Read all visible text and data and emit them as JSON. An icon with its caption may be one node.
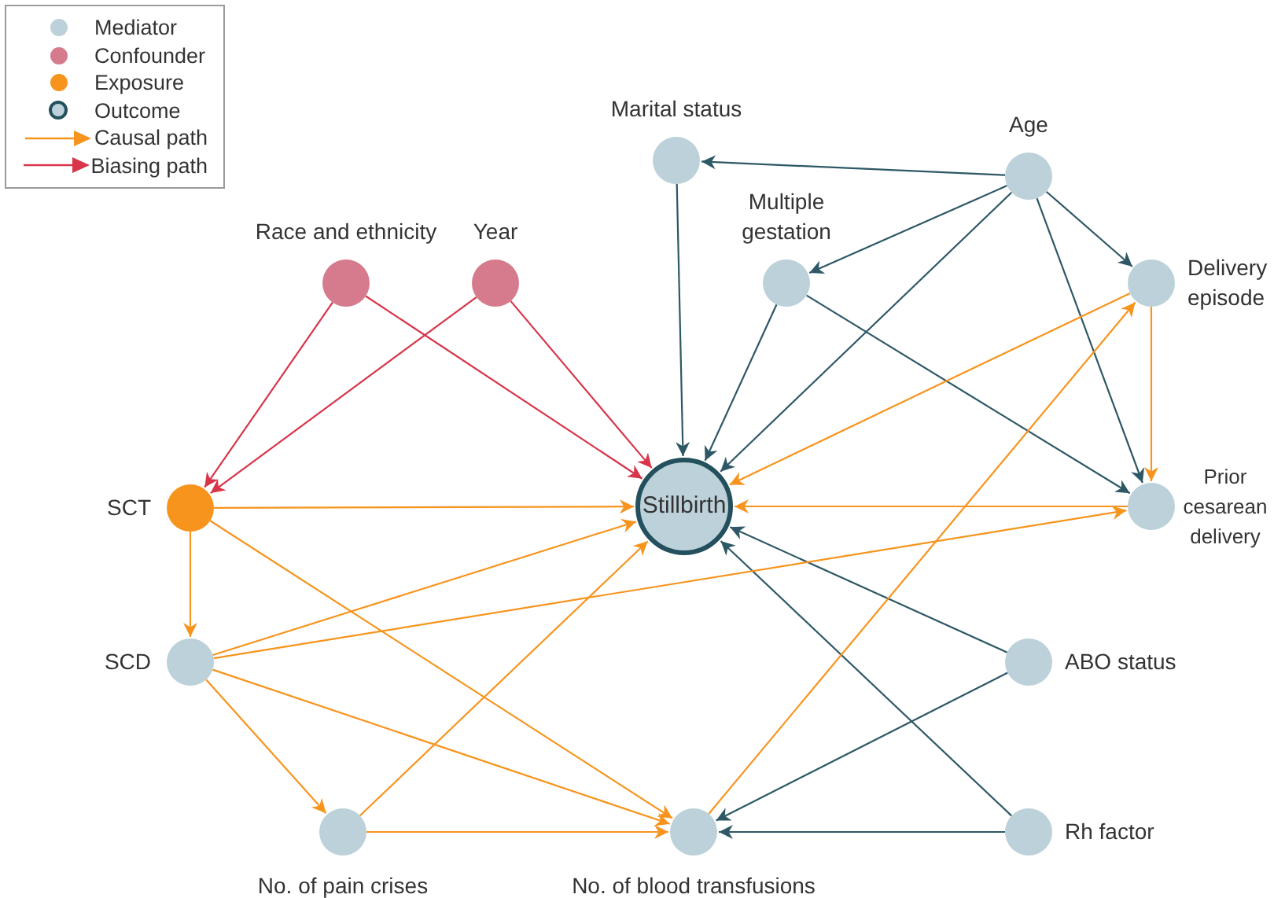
{
  "diagram": {
    "nodes": [
      {
        "text": [
          "Race and ethnicity"
        ]
      },
      {
        "text": [
          "Year"
        ]
      },
      {
        "text": [
          "Marital status"
        ]
      },
      {
        "text": [
          "Age"
        ]
      },
      {
        "text": [
          "Multiple gestation"
        ]
      },
      {
        "text": [
          "Delivery episode"
        ]
      },
      {
        "text": [
          "SCT"
        ]
      },
      {
        "text": [
          "Stillbirth"
        ]
      },
      {
        "text": [
          "Prior cesarean delivery"
        ]
      },
      {
        "text": [
          "SCD"
        ]
      },
      {
        "text": [
          "ABO status"
        ]
      },
      {
        "text": [
          "No. of pain crises"
        ]
      },
      {
        "text": [
          "No. of blood transfusions"
        ]
      },
      {
        "text": [
          "Rh factor"
        ]
      }
    ],
    "edges": [
      {
        "from": 0,
        "to": 6,
        "arrow": "to",
        "color": "#d8344a"
      },
      {
        "from": 0,
        "to": 7,
        "arrow": "to",
        "color": "#d8344a"
      },
      {
        "from": 1,
        "to": 6,
        "arrow": "to",
        "color": "#d8344a"
      },
      {
        "from": 1,
        "to": 7,
        "arrow": "to",
        "color": "#d8344a"
      },
      {
        "from": 3,
        "to": 2,
        "arrow": "to",
        "color": "#2e5866"
      },
      {
        "from": 2,
        "to": 7,
        "arrow": "to",
        "color": "#2e5866"
      },
      {
        "from": 3,
        "to": 4,
        "arrow": "to",
        "color": "#2e5866"
      },
      {
        "from": 3,
        "to": 7,
        "arrow": "to",
        "color": "#2e5866"
      },
      {
        "from": 3,
        "to": 5,
        "arrow": "to",
        "color": "#2e5866"
      },
      {
        "from": 3,
        "to": 8,
        "arrow": "to",
        "color": "#2e5866"
      },
      {
        "from": 4,
        "to": 7,
        "arrow": "to",
        "color": "#2e5866"
      },
      {
        "from": 4,
        "to": 8,
        "arrow": "to",
        "color": "#2e5866"
      },
      {
        "from": 10,
        "to": 7,
        "arrow": "to",
        "color": "#2e5866"
      },
      {
        "from": 13,
        "to": 7,
        "arrow": "to",
        "color": "#2e5866"
      },
      {
        "from": 10,
        "to": 12,
        "arrow": "to",
        "color": "#2e5866"
      },
      {
        "from": 13,
        "to": 12,
        "arrow": "to",
        "color": "#2e5866"
      },
      {
        "from": 6,
        "to": 7,
        "arrow": "to"
      },
      {
        "from": 6,
        "to": 9,
        "arrow": "to"
      },
      {
        "from": 6,
        "to": 12,
        "arrow": "to"
      },
      {
        "from": 9,
        "to": 7,
        "arrow": "to"
      },
      {
        "from": 9,
        "to": 8,
        "arrow": "to"
      },
      {
        "from": 9,
        "to": 11,
        "arrow": "to"
      },
      {
        "from": 9,
        "to": 12,
        "arrow": "to"
      },
      {
        "from": 11,
        "to": 7,
        "arrow": "to"
      },
      {
        "from": 11,
        "to": 12,
        "arrow": "to"
      },
      {
        "from": 12,
        "to": 5,
        "arrow": "to"
      },
      {
        "from": 5,
        "to": 7,
        "arrow": "to"
      },
      {
        "from": 5,
        "to": 8,
        "arrow": "to"
      },
      {
        "from": 8,
        "to": 7,
        "arrow": "to"
      }
    ],
    "legend": [
      {
        "text": "Mediator",
        "color": "#bcd1da"
      },
      {
        "text": "Confounder",
        "color": "#d67b8e"
      },
      {
        "text": "Exposure",
        "color": "#f7941d"
      },
      {
        "text": "Outcome"
      },
      {
        "text": "Causal path"
      },
      {
        "text": "Biasing path"
      }
    ]
  }
}
